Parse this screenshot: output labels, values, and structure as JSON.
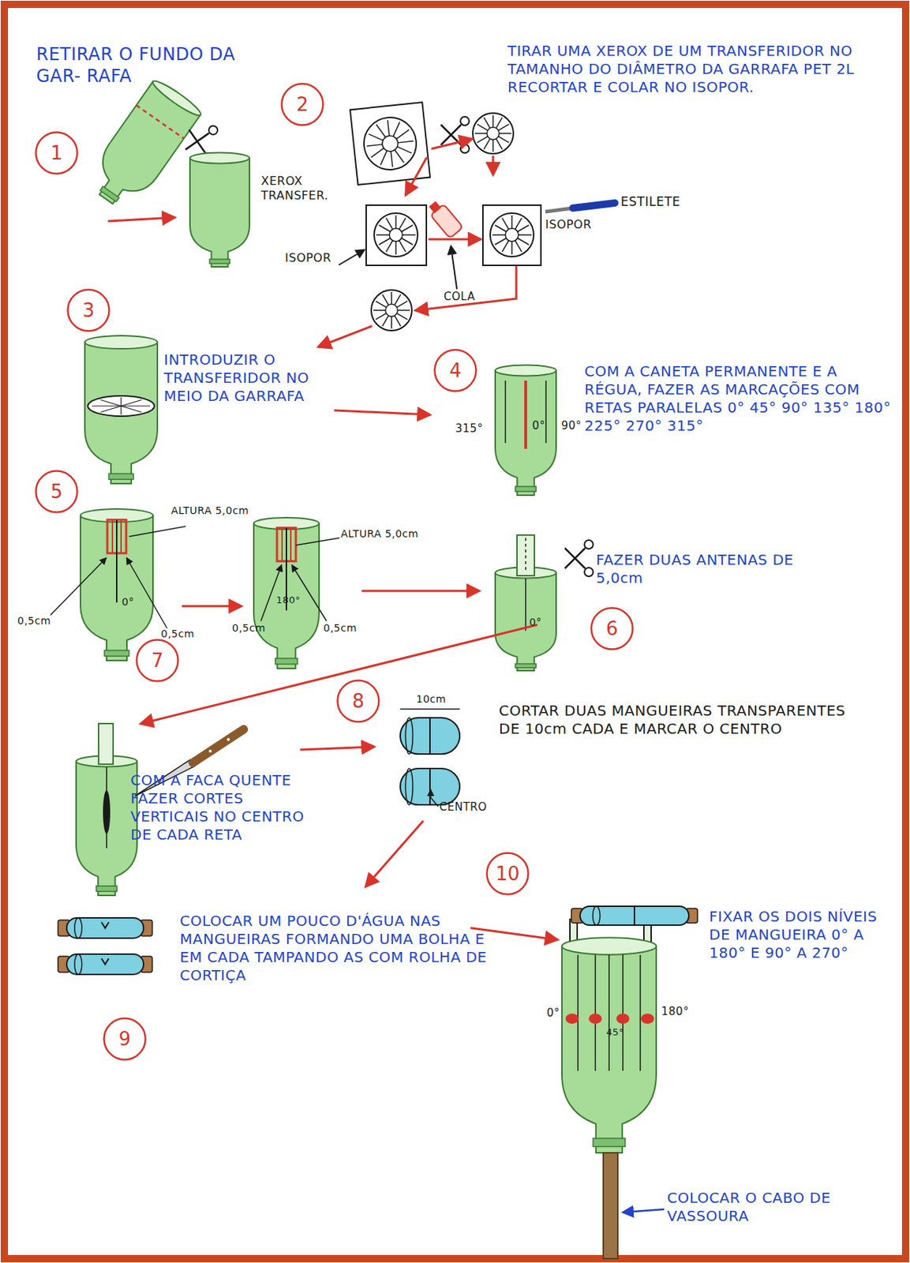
{
  "diagram": {
    "nodes": [
      {
        "text": [
          "1"
        ]
      },
      {
        "text": [
          "2"
        ]
      },
      {
        "text": [
          "3"
        ]
      },
      {
        "text": [
          "4"
        ]
      },
      {
        "text": [
          "5"
        ]
      },
      {
        "text": [
          "6"
        ]
      },
      {
        "text": [
          "7"
        ]
      },
      {
        "text": [
          "8"
        ]
      },
      {
        "text": [
          "9"
        ]
      },
      {
        "text": [
          "10"
        ]
      }
    ],
    "labels": [
      "RETIRAR O FUNDO DA GAR- RAFA",
      "TIRAR UMA XEROX DE UM TRANSFERIDOR NO TAMANHO DO DIÂMETRO DA GARRAFA PET 2L RECORTAR E COLAR NO ISOPOR.",
      "XEROX TRANSFER.",
      "ISOPOR",
      "ISOPOR",
      "ESTILETE",
      "COLA",
      "INTRODUZIR O TRANSFERIDOR NO MEIO DA GARRAFA",
      "315°",
      "0°",
      "90°",
      "COM A CANETA PERMANENTE E A RÉGUA, FAZER AS MARCAÇÕES COM RETAS PARALELAS 0° 45° 90° 135° 180° 225° 270° 315°",
      "ALTURA 5,0cm",
      "0,5cm",
      "0,5cm",
      "0°",
      "ALTURA 5,0cm",
      "0,5cm",
      "180°",
      "0,5cm",
      "FAZER DUAS ANTENAS DE 5,0cm",
      "0°",
      "COM A FACA QUENTE FAZER CORTES VERTICAIS NO CENTRO DE CADA RETA",
      "10cm",
      "CORTAR DUAS MANGUEIRAS TRANSPARENTES DE 10cm CADA E MARCAR O CENTRO",
      "CENTRO",
      "COLOCAR UM POUCO D'ÁGUA NAS MANGUEIRAS FORMANDO UMA BOLHA E EM CADA TAMPANDO AS COM ROLHA DE CORTIÇA",
      "FIXAR OS DOIS NÍVEIS DE MANGUEIRA 0° A 180° E 90° A 270°",
      "0°",
      "45°",
      "180°",
      "COLOCAR O CABO DE VASSOURA"
    ]
  }
}
